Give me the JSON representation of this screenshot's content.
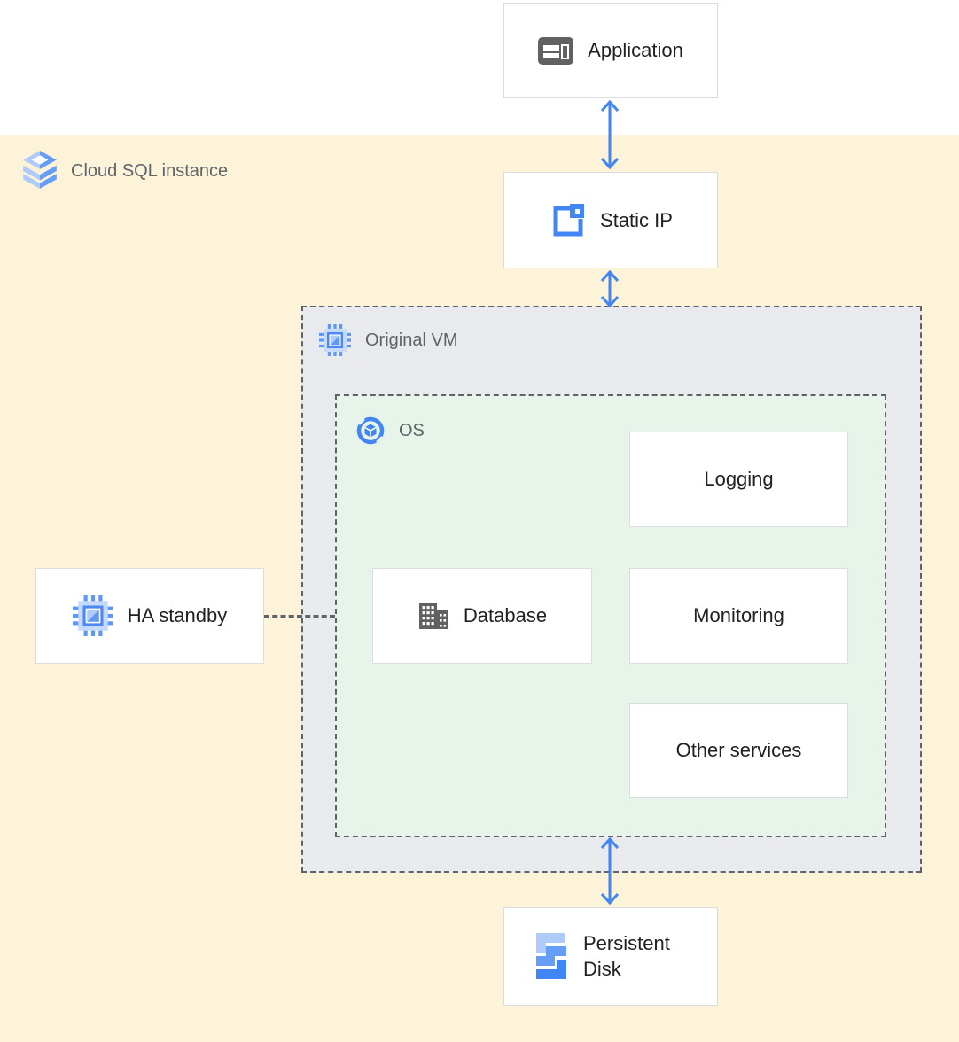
{
  "diagram": {
    "region_label": "Cloud SQL instance",
    "vm_label": "Original VM",
    "os_label": "OS",
    "nodes": {
      "application": "Application",
      "static_ip": "Static IP",
      "logging": "Logging",
      "database": "Database",
      "monitoring": "Monitoring",
      "other_services": "Other services",
      "ha_standby": "HA standby",
      "persistent_disk": "Persistent Disk"
    },
    "icons": {
      "application": "application-window-icon",
      "cloud_sql": "cloud-sql-stacked-layers-icon",
      "static_ip": "static-ip-icon",
      "compute_engine": "compute-engine-chip-icon",
      "os": "os-shutter-cube-icon",
      "database": "database-building-icon",
      "persistent_disk": "persistent-disk-zigzag-icon"
    },
    "colors": {
      "region_bg": "#FCF3D9",
      "vm_bg": "#E9EAED",
      "os_bg": "#E6F4EA",
      "node_border": "#DADCE0",
      "dashed_border": "#5F6368",
      "arrow_blue": "#4285F4",
      "icon_gray": "#616161",
      "icon_blue_light": "#AECBFA",
      "icon_blue_mid": "#669DF6",
      "icon_blue_dark": "#4285F4",
      "label_gray": "#5F6368",
      "text_dark": "#202124"
    }
  }
}
